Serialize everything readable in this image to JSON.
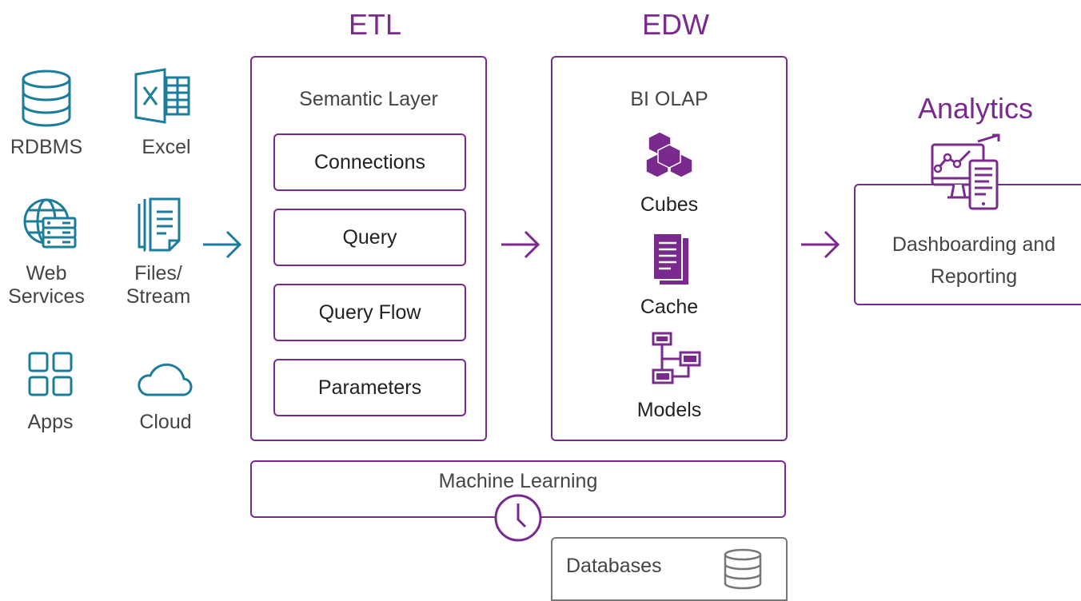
{
  "colors": {
    "teal": "#1c7c9c",
    "purple": "#7a2a8e",
    "gray": "#777777"
  },
  "sources": {
    "rdbms": "RDBMS",
    "excel": "Excel",
    "web_services": "Web\nServices",
    "files_stream": "Files/\nStream",
    "apps": "Apps",
    "cloud": "Cloud"
  },
  "etl": {
    "heading": "ETL",
    "title": "Semantic Layer",
    "items": [
      "Connections",
      "Query",
      "Query Flow",
      "Parameters"
    ]
  },
  "edw": {
    "heading": "EDW",
    "title": "BI OLAP",
    "items": [
      "Cubes",
      "Cache",
      "Models"
    ]
  },
  "analytics": {
    "heading": "Analytics",
    "label": "Dashboarding and\nReporting"
  },
  "ml": {
    "label": "Machine Learning"
  },
  "databases": {
    "label": "Databases"
  }
}
